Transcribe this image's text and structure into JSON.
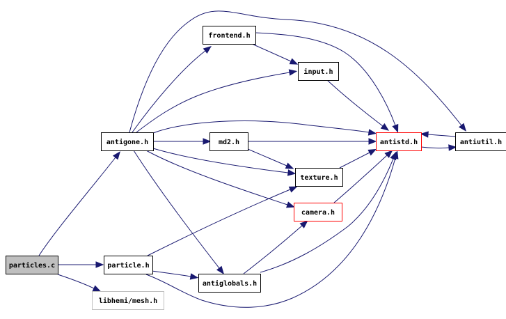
{
  "colors": {
    "edge": "#191970",
    "node_border": "#000000",
    "highlight_border": "#ff0000",
    "missing_border": "#bfbfbf",
    "root_fill": "#bfbfbf",
    "node_fill": "#ffffff"
  },
  "nodes": [
    {
      "id": "particles_c",
      "label": "particles.c",
      "style": "root"
    },
    {
      "id": "antigone_h",
      "label": "antigone.h",
      "style": "normal"
    },
    {
      "id": "frontend_h",
      "label": "frontend.h",
      "style": "normal"
    },
    {
      "id": "input_h",
      "label": "input.h",
      "style": "normal"
    },
    {
      "id": "md2_h",
      "label": "md2.h",
      "style": "normal"
    },
    {
      "id": "antistd_h",
      "label": "antistd.h",
      "style": "highlight"
    },
    {
      "id": "antiutil_h",
      "label": "antiutil.h",
      "style": "normal"
    },
    {
      "id": "texture_h",
      "label": "texture.h",
      "style": "normal"
    },
    {
      "id": "camera_h",
      "label": "camera.h",
      "style": "highlight"
    },
    {
      "id": "particle_h",
      "label": "particle.h",
      "style": "normal"
    },
    {
      "id": "antiglobals_h",
      "label": "antiglobals.h",
      "style": "normal"
    },
    {
      "id": "libhemi_mesh_h",
      "label": "libhemi/mesh.h",
      "style": "missing"
    }
  ],
  "edges": [
    {
      "from": "particles_c",
      "to": "antigone_h"
    },
    {
      "from": "particles_c",
      "to": "particle_h"
    },
    {
      "from": "particles_c",
      "to": "libhemi_mesh_h"
    },
    {
      "from": "antigone_h",
      "to": "frontend_h"
    },
    {
      "from": "antigone_h",
      "to": "input_h"
    },
    {
      "from": "antigone_h",
      "to": "antiutil_h"
    },
    {
      "from": "antigone_h",
      "to": "antistd_h"
    },
    {
      "from": "antigone_h",
      "to": "md2_h"
    },
    {
      "from": "antigone_h",
      "to": "texture_h"
    },
    {
      "from": "antigone_h",
      "to": "camera_h"
    },
    {
      "from": "antigone_h",
      "to": "antiglobals_h"
    },
    {
      "from": "frontend_h",
      "to": "input_h"
    },
    {
      "from": "frontend_h",
      "to": "antistd_h"
    },
    {
      "from": "input_h",
      "to": "antistd_h"
    },
    {
      "from": "md2_h",
      "to": "antistd_h"
    },
    {
      "from": "md2_h",
      "to": "texture_h"
    },
    {
      "from": "antiutil_h",
      "to": "antistd_h"
    },
    {
      "from": "antistd_h",
      "to": "antiutil_h"
    },
    {
      "from": "texture_h",
      "to": "antistd_h"
    },
    {
      "from": "camera_h",
      "to": "antistd_h"
    },
    {
      "from": "particle_h",
      "to": "texture_h"
    },
    {
      "from": "particle_h",
      "to": "antiglobals_h"
    },
    {
      "from": "particle_h",
      "to": "antistd_h"
    },
    {
      "from": "antiglobals_h",
      "to": "camera_h"
    },
    {
      "from": "antiglobals_h",
      "to": "antistd_h"
    }
  ]
}
